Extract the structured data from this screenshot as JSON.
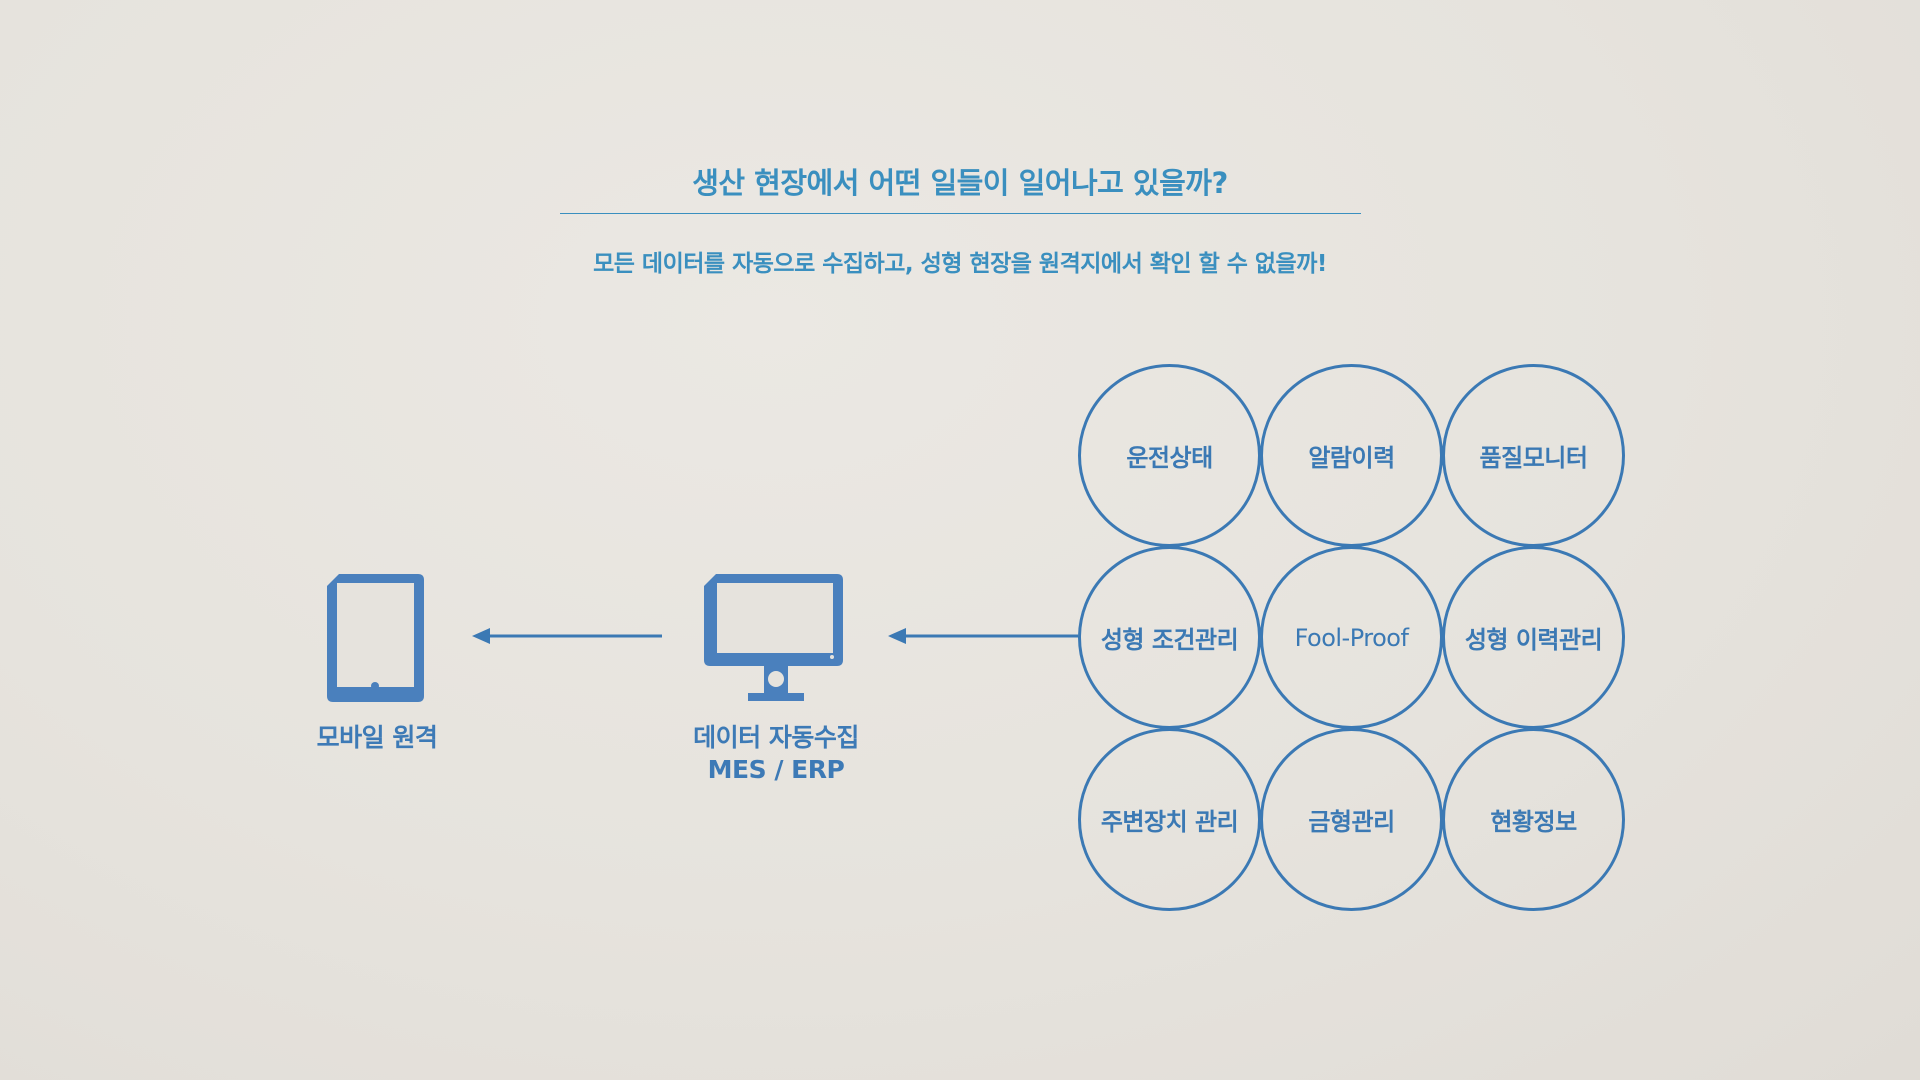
{
  "header": {
    "title": "생산 현장에서 어떤 일들이 일어나고 있을까?",
    "subtitle": "모든 데이터를 자동으로 수집하고, 성형 현장을 원격지에서 확인 할 수 없을까!"
  },
  "devices": {
    "mobile_label": "모바일 원격",
    "pc_label_line1": "데이터 자동수집",
    "pc_label_line2": "MES / ERP"
  },
  "circles": [
    "운전상태",
    "알람이력",
    "품질모니터",
    "성형 조건관리",
    "Fool-Proof",
    "성형 이력관리",
    "주변장치 관리",
    "금형관리",
    "현황정보"
  ],
  "colors": {
    "text_accent": "#3a8fbf",
    "shape_blue": "#3b79b4",
    "icon_blue": "#4a80bd",
    "background": "#e6e3dd"
  },
  "icons": {
    "mobile": "tablet-icon",
    "pc": "monitor-icon",
    "arrows": "arrow-left-icon"
  }
}
